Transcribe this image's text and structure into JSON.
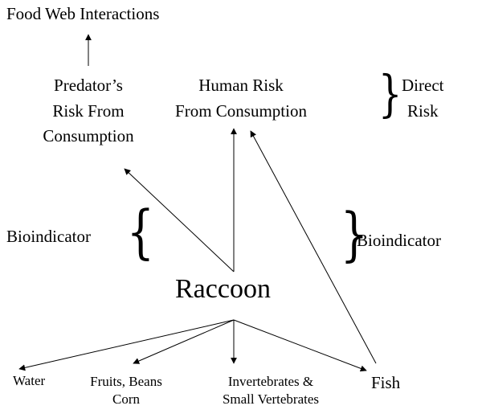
{
  "diagram": {
    "top_label": "Food Web Interactions",
    "predator_risk": [
      "Predator’s",
      "Risk From",
      "Consumption"
    ],
    "human_risk": [
      "Human Risk",
      "From Consumption"
    ],
    "direct_risk": [
      "Direct",
      "Risk"
    ],
    "bioindicator_left": "Bioindicator",
    "bioindicator_right": "Bioindicator",
    "center": "Raccoon",
    "food_sources": {
      "water": "Water",
      "fruits": [
        "Fruits, Beans",
        "Corn"
      ],
      "invertebrates": [
        "Invertebrates &",
        "Small Vertebrates"
      ],
      "fish": "Fish"
    },
    "brace_glyph_right": "}",
    "brace_glyph_left": "{"
  }
}
